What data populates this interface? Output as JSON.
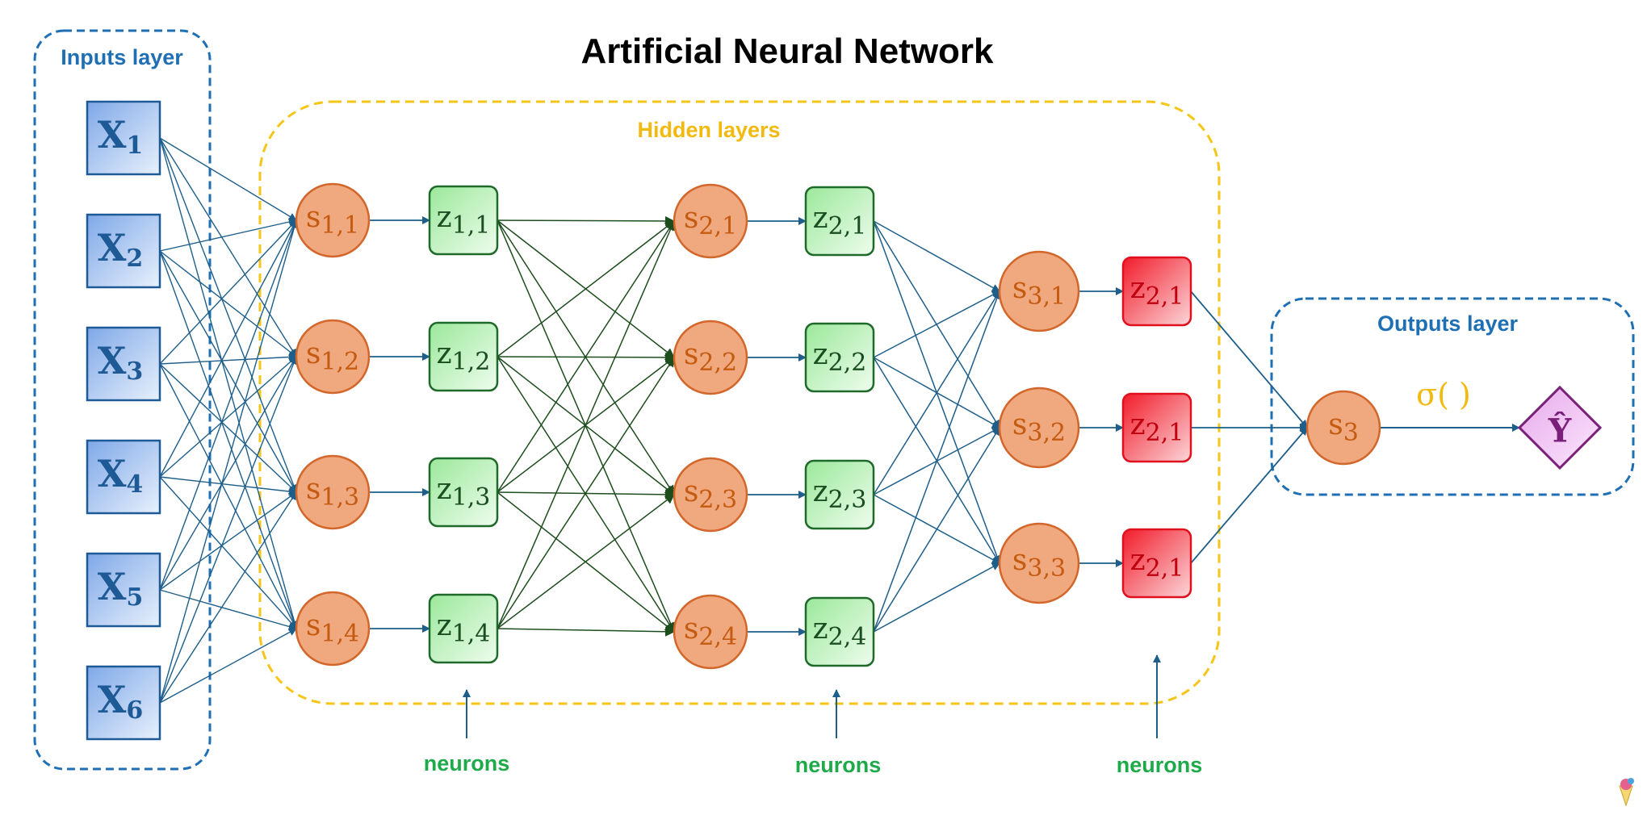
{
  "title": "Artificial Neural Network",
  "groups": {
    "inputs": "Inputs layer",
    "hidden": "Hidden layers",
    "outputs": "Outputs layer"
  },
  "neuron_captions": [
    "neurons",
    "neurons",
    "neurons"
  ],
  "activation": "σ( )",
  "inputs": [
    {
      "base": "X",
      "sub": "1"
    },
    {
      "base": "X",
      "sub": "2"
    },
    {
      "base": "X",
      "sub": "3"
    },
    {
      "base": "X",
      "sub": "4"
    },
    {
      "base": "X",
      "sub": "5"
    },
    {
      "base": "X",
      "sub": "6"
    }
  ],
  "layer1_sums": [
    {
      "base": "s",
      "sub": "1,1"
    },
    {
      "base": "s",
      "sub": "1,2"
    },
    {
      "base": "s",
      "sub": "1,3"
    },
    {
      "base": "s",
      "sub": "1,4"
    }
  ],
  "layer1_acts": [
    {
      "base": "z",
      "sub": "1,1"
    },
    {
      "base": "z",
      "sub": "1,2"
    },
    {
      "base": "z",
      "sub": "1,3"
    },
    {
      "base": "z",
      "sub": "1,4"
    }
  ],
  "layer2_sums": [
    {
      "base": "s",
      "sub": "2,1"
    },
    {
      "base": "s",
      "sub": "2,2"
    },
    {
      "base": "s",
      "sub": "2,3"
    },
    {
      "base": "s",
      "sub": "2,4"
    }
  ],
  "layer2_acts": [
    {
      "base": "z",
      "sub": "2,1"
    },
    {
      "base": "z",
      "sub": "2,2"
    },
    {
      "base": "z",
      "sub": "2,3"
    },
    {
      "base": "z",
      "sub": "2,4"
    }
  ],
  "layer3_sums": [
    {
      "base": "s",
      "sub": "3,1"
    },
    {
      "base": "s",
      "sub": "3,2"
    },
    {
      "base": "s",
      "sub": "3,3"
    }
  ],
  "layer3_acts": [
    {
      "base": "z",
      "sub": "2,1"
    },
    {
      "base": "z",
      "sub": "2,1"
    },
    {
      "base": "z",
      "sub": "2,1"
    }
  ],
  "output_sum": {
    "base": "s",
    "sub": "3"
  },
  "output": {
    "base": "Ŷ"
  },
  "colors": {
    "title": "#000000",
    "group_blue": "#1f6fb5",
    "group_gold": "#f5c518",
    "hidden_label": "#f2b90f",
    "caption_green": "#1faa4a",
    "edge_blue": "#1d5e8a",
    "edge_green": "#1d4d1d",
    "input_text": "#1d5a96",
    "sum_fill": "#f0a97f",
    "sum_stroke": "#d3662a",
    "sum_text": "#c55a11",
    "act_stroke": "#1f6a2a",
    "act_text": "#1a4d20",
    "red_stroke": "#e0101c",
    "red_text": "#c0000e",
    "output_stroke": "#7a1f7a",
    "output_text": "#7a1f7a",
    "sigma": "#f2b90f"
  }
}
